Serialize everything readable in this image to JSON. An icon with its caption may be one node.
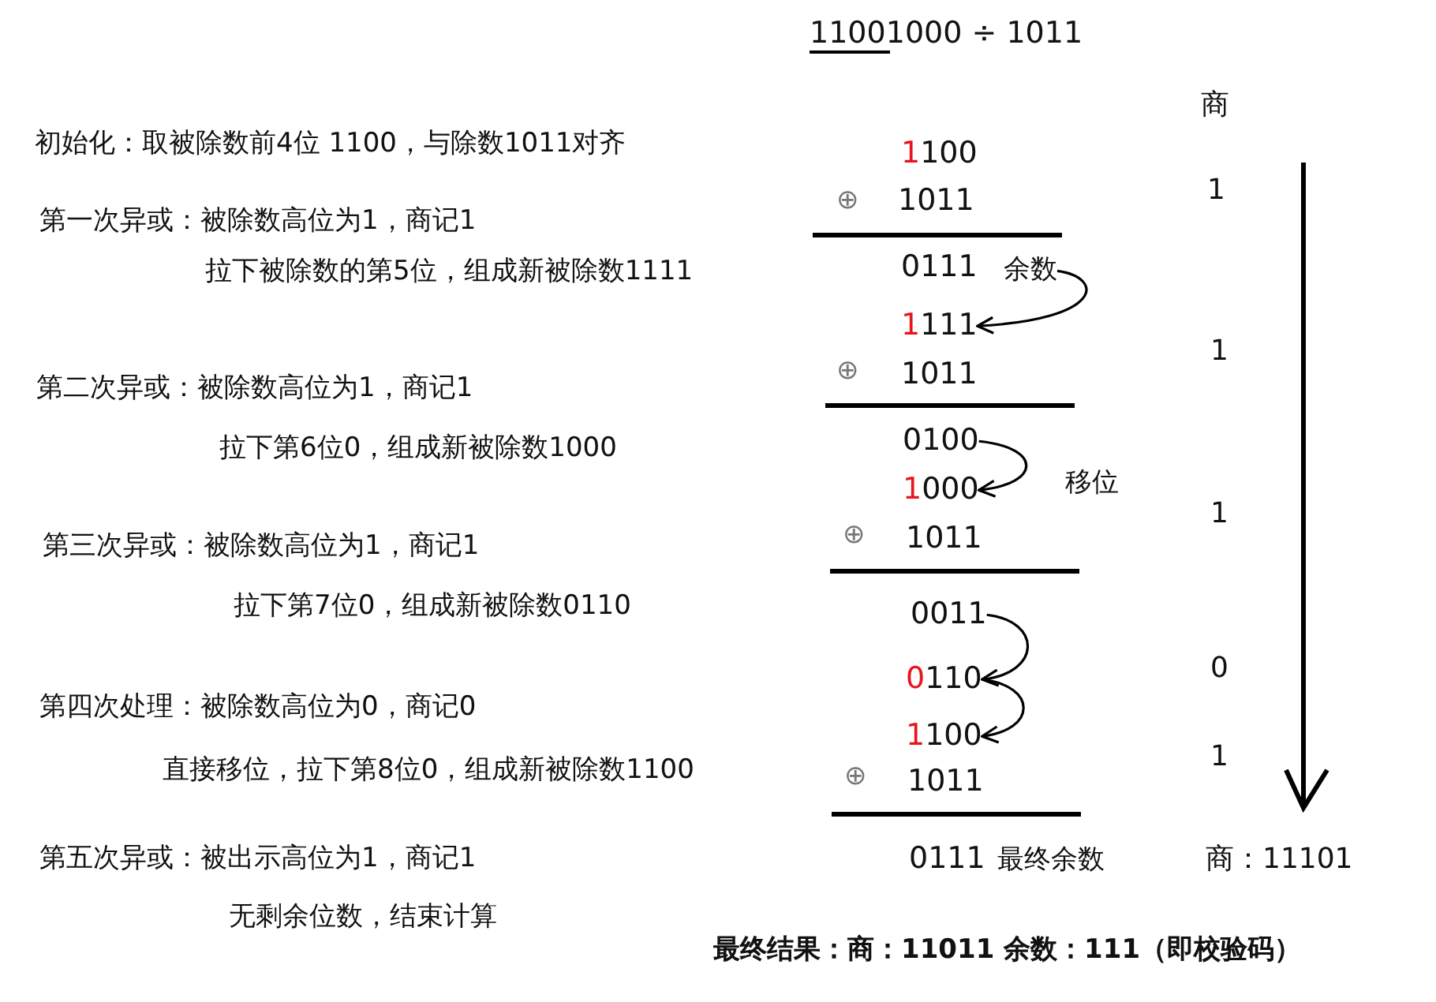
{
  "diagram": {
    "title": "11001000 ÷ 1011",
    "nodes": [
      {
        "text": [
          "余数"
        ]
      },
      {
        "text": [
          "1111"
        ]
      },
      {
        "text": [
          "0100"
        ]
      },
      {
        "text": [
          "1000"
        ]
      },
      {
        "text": [
          "0011"
        ]
      },
      {
        "text": [
          "0110"
        ]
      },
      {
        "text": [
          "1100"
        ]
      }
    ],
    "edges": [
      {
        "from": 0,
        "to": 1,
        "arrow": "to"
      },
      {
        "from": 2,
        "to": 3,
        "arrow": "to",
        "label": "移位"
      },
      {
        "from": 4,
        "to": 5,
        "arrow": "to"
      },
      {
        "from": 5,
        "to": 6,
        "arrow": "to"
      }
    ],
    "labels": [
      "商",
      "初始化：取被除数前4位 1100，与除数1011对齐",
      "1100",
      "1",
      "⊕",
      "1011",
      "第一次异或：被除数高位为1，商记1",
      "0111",
      "拉下被除数的第5位，组成新被除数1111",
      "1",
      "⊕",
      "1011",
      "第二次异或：被除数高位为1，商记1",
      "拉下第6位0，组成新被除数1000",
      "1",
      "⊕",
      "1011",
      "第三次异或：被除数高位为1，商记1",
      "拉下第7位0，组成新被除数0110",
      "0",
      "第四次处理：被除数高位为0，商记0",
      "1",
      "直接移位，拉下第8位0，组成新被除数1100",
      "⊕",
      "1011",
      "第五次异或：被出示高位为1，商记1",
      "0111",
      "最终余数",
      "商：11101",
      "无剩余位数，结束计算",
      "最终结果：商：11011 余数：111（即校验码）"
    ]
  }
}
